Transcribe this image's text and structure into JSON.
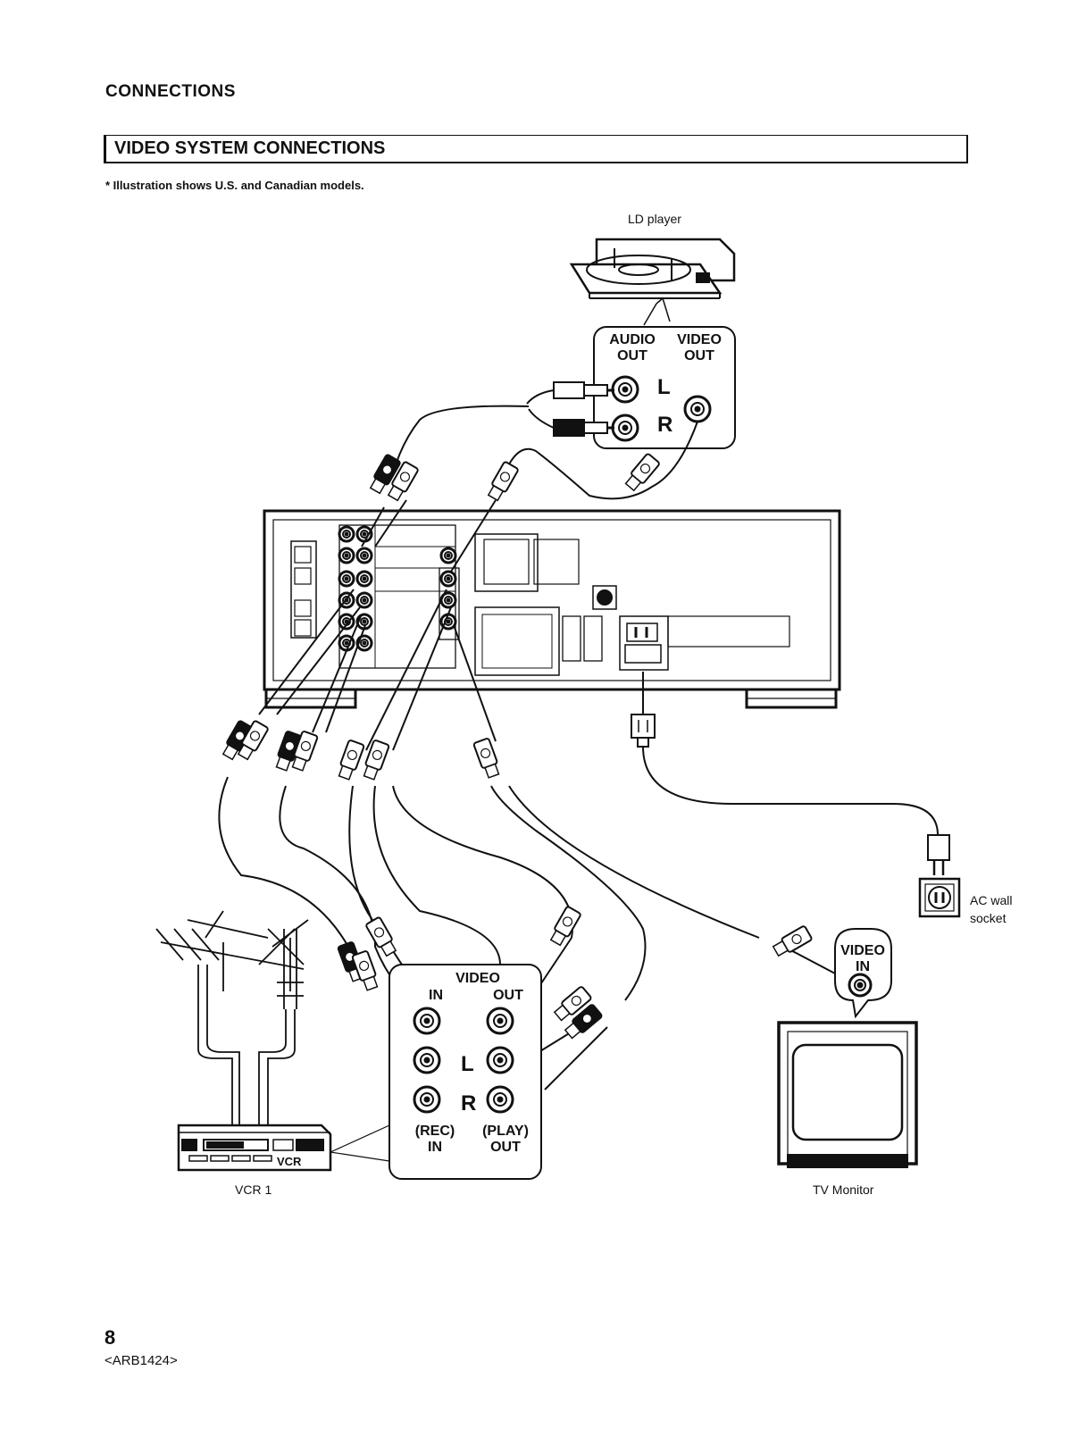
{
  "header": {
    "section": "CONNECTIONS"
  },
  "title": "VIDEO SYSTEM CONNECTIONS",
  "note": "* Illustration shows U.S. and Canadian models.",
  "devices": {
    "ld_player": "LD player",
    "vcr": "VCR 1",
    "vcr_front_label": "VCR",
    "tv": "TV Monitor",
    "ac_socket_line1": "AC wall",
    "ac_socket_line2": "socket"
  },
  "ld_panel": {
    "audio_line1": "AUDIO",
    "audio_line2": "OUT",
    "video_line1": "VIDEO",
    "video_line2": "OUT",
    "left": "L",
    "right": "R"
  },
  "vcr_panel": {
    "video": "VIDEO",
    "in": "IN",
    "out": "OUT",
    "left": "L",
    "right": "R",
    "rec": "(REC)",
    "rec_in": "IN",
    "play": "(PLAY)",
    "play_out": "OUT"
  },
  "tv_panel": {
    "line1": "VIDEO",
    "line2": "IN"
  },
  "footer": {
    "page": "8",
    "code": "<ARB1424>"
  },
  "icons": [
    "plug-icon",
    "wall-socket-icon",
    "antenna-icon",
    "rca-jack-icon"
  ]
}
